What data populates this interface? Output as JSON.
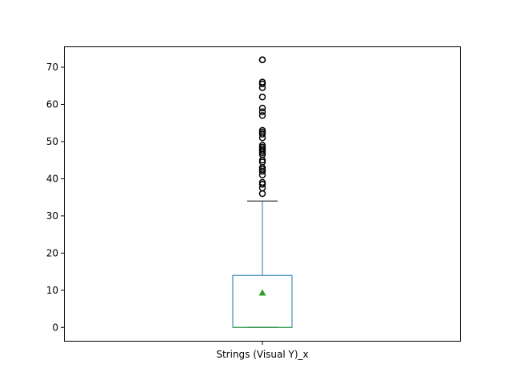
{
  "chart_data": {
    "type": "box",
    "categories": [
      "Strings (Visual Y)_x"
    ],
    "ylim": [
      -3.6,
      75.6
    ],
    "yticks": [
      0,
      10,
      20,
      30,
      40,
      50,
      60,
      70
    ],
    "grid": false,
    "legend": "none",
    "colors": {
      "box": "#1f77b4",
      "median": "#2ca02c",
      "mean_marker": "#2ca02c",
      "flier": "#000000",
      "whisker_cap": "#000000"
    },
    "series": [
      {
        "q1": 0,
        "median": 0,
        "q3": 14,
        "whisker_low": 0,
        "whisker_high": 34,
        "mean": 9.3,
        "outliers": [
          36,
          37.5,
          38.5,
          39,
          41,
          42,
          42.5,
          43,
          44.5,
          45,
          46.5,
          47,
          47.5,
          48,
          48.5,
          49,
          51,
          52,
          52.5,
          53,
          57,
          58,
          59,
          62,
          64.5,
          65.5,
          66,
          72,
          72
        ]
      }
    ]
  }
}
